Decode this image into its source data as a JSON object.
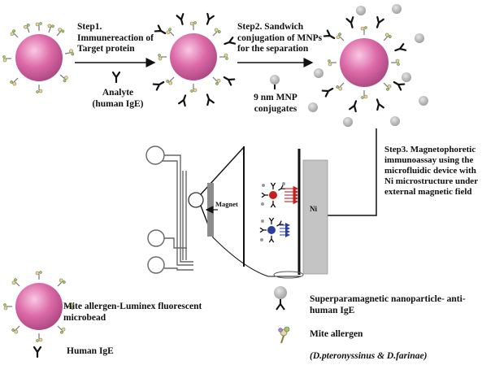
{
  "steps": {
    "step1": {
      "line1": "Step1.",
      "line2": "Immunereaction of",
      "line3": "Target protein"
    },
    "step2": {
      "line1": "Step2. Sandwich",
      "line2": "conjugation of MNPs",
      "line3": "for the separation"
    },
    "step3": {
      "line1": "Step3. Magnetophoretic",
      "line2": "immunoassay using the",
      "line3": "microfluidic device with",
      "line4": "Ni microstructure under",
      "line5": "external magnetic field"
    }
  },
  "labels": {
    "analyte_line1": "Analyte",
    "analyte_line2": "(human IgE)",
    "mnp_line1": "9 nm MNP",
    "mnp_line2": "conjugates",
    "magnet": "Magnet",
    "ni": "Ni"
  },
  "legend": {
    "microbead_line1": "Mite allergen-Luminex fluorescent",
    "microbead_line2": "microbead",
    "human_ige": "Human IgE",
    "superparamagnetic_line1": "Superparamagnetic nanoparticle- anti-",
    "superparamagnetic_line2": "human IgE",
    "mite_allergen": "Mite allergen",
    "species": "(D.pteronyssinus & D.farinae)"
  },
  "colors": {
    "bead": "#d75ea0",
    "mnp": "#b8b8b8",
    "ni_block": "#c4c4c4",
    "magnet": "#8c8c8c",
    "red_particle": "#c81e1e",
    "blue_particle": "#2a3f9a"
  }
}
